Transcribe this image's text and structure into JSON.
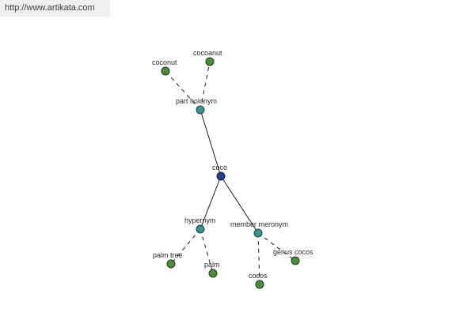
{
  "banner": {
    "url": "http://www.artikata.com"
  },
  "graph": {
    "nodes": {
      "coco": {
        "label": "coco"
      },
      "part_holonym": {
        "label": "part holonym"
      },
      "coconut": {
        "label": "coconut"
      },
      "cocoanut": {
        "label": "cocoanut"
      },
      "hypernym": {
        "label": "hypernym"
      },
      "member_meronym": {
        "label": "member meronym"
      },
      "palm_tree": {
        "label": "palm tree"
      },
      "palm": {
        "label": "palm"
      },
      "cocos": {
        "label": "cocos"
      },
      "genus_cocos": {
        "label": "genus cocos"
      }
    },
    "colors": {
      "leaf": "#4f8a3e",
      "relation": "#3f8f8b",
      "center": "#2a3f8a"
    }
  }
}
